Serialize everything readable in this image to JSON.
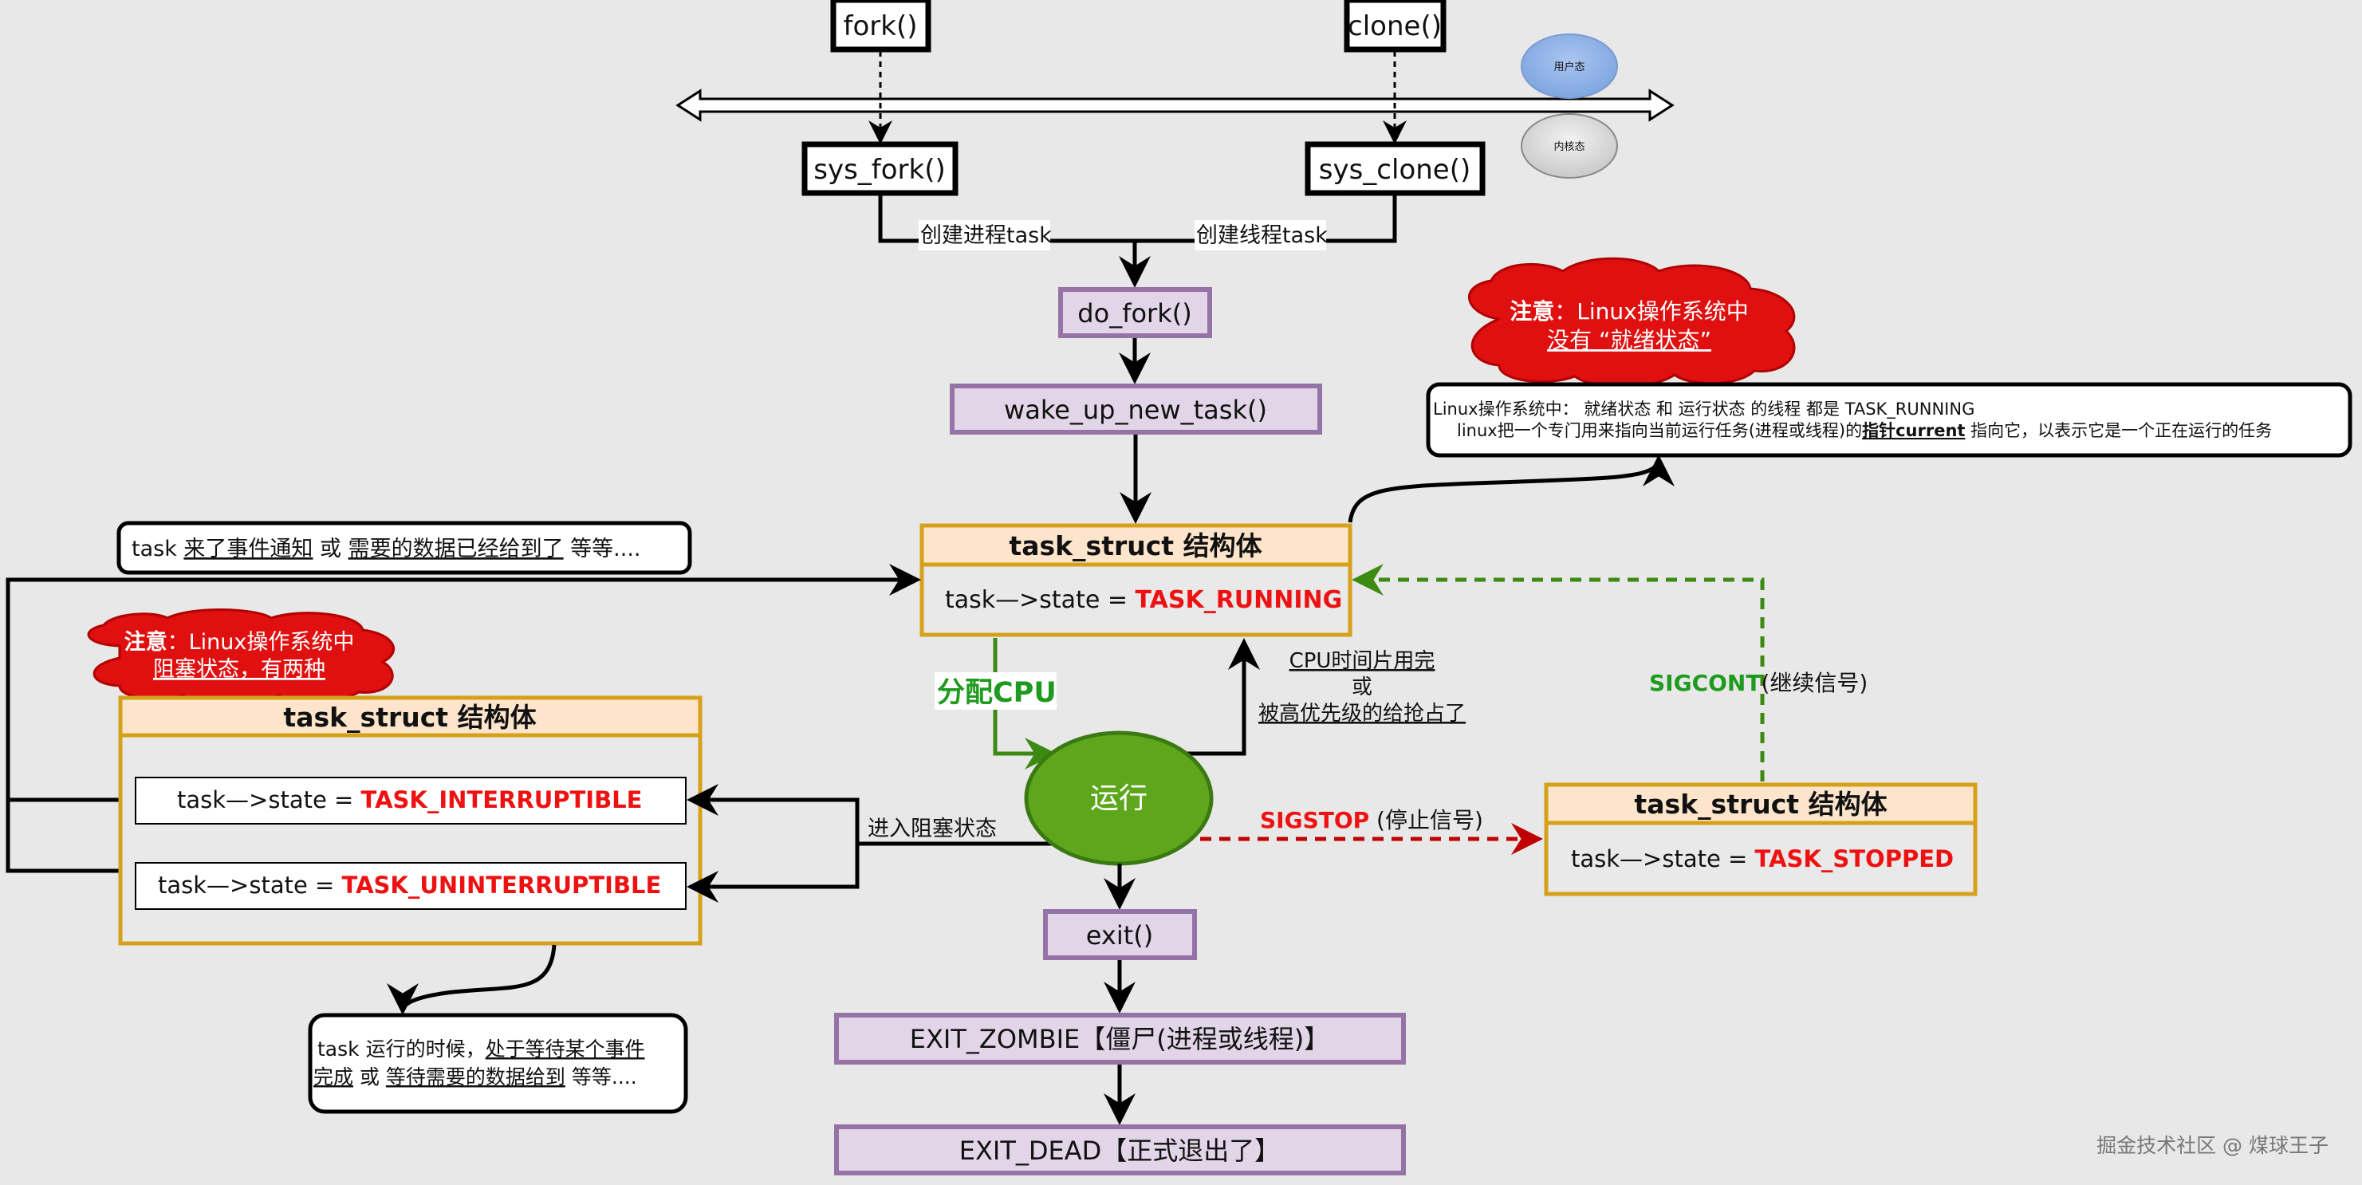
{
  "diagram": {
    "user_calls": {
      "fork": "fork()",
      "clone": "clone()"
    },
    "mode_legend": {
      "user_mode": "用户态",
      "kernel_mode": "内核态",
      "user_mode_color": "#7ea6e0",
      "kernel_mode_color": "#cfcfcf"
    },
    "syscalls": {
      "sys_fork": "sys_fork()",
      "sys_clone": "sys_clone()",
      "create_process_label": "创建进程task",
      "create_thread_label": "创建线程task"
    },
    "kernel_funcs": {
      "do_fork": "do_fork()",
      "wake_up_new_task": "wake_up_new_task()"
    },
    "running_struct": {
      "title": "task_struct 结构体",
      "state_prefix": "task—>state  = ",
      "state_value": "TASK_RUNNING"
    },
    "no_ready_cloud": {
      "line1_bold": "注意",
      "line1_rest": "：Linux操作系统中",
      "line2_prefix": "没有 ",
      "line2_underlined": "“就绪状态”"
    },
    "running_note": {
      "line1": "Linux操作系统中：  就绪状态 和  运行状态 的线程 都是  TASK_RUNNING",
      "line2_prefix": "linux把一个专门用来指向当前运行任务(进程或线程)的",
      "line2_bold": "指针current",
      "line2_suffix": " 指向它，以表示它是一个正在运行的任务"
    },
    "wakeup_note": {
      "prefix": "task ",
      "part1": "来了事件通知",
      "sep": "   或  ",
      "part2": "需要的数据已经给到了",
      "suffix": "   等等...."
    },
    "blocked_cloud": {
      "line1_bold": "注意",
      "line1_rest": "：Linux操作系统中",
      "line2_underlined": "阻塞状态，有两种"
    },
    "blocked_struct": {
      "title": "task_struct 结构体",
      "row1_prefix": "task—>state  = ",
      "row1_value": "TASK_INTERRUPTIBLE",
      "row2_prefix": "task—>state  = ",
      "row2_value": "TASK_UNINTERRUPTIBLE"
    },
    "edges": {
      "assign_cpu": "分配CPU",
      "preempt_line1": "CPU时间片用完",
      "preempt_line2": "或",
      "preempt_line3": "被高优先级的给抢占了",
      "enter_blocked": "进入阻塞状态",
      "sigstop_name": "SIGSTOP",
      "sigstop_desc": " (停止信号)",
      "sigcont_name": "SIGCONT",
      "sigcont_desc": "(继续信号)"
    },
    "running_node": {
      "label": "运行",
      "color": "#5ea71c"
    },
    "stopped_struct": {
      "title": "task_struct 结构体",
      "state_prefix": "task—>state  = ",
      "state_value": "TASK_STOPPED"
    },
    "exit_chain": {
      "exit": "exit()",
      "zombie": "EXIT_ZOMBIE【僵尸(进程或线程)】",
      "dead": "EXIT_DEAD【正式退出了】"
    },
    "blocked_note": {
      "line1_prefix": "task 运行的时候，",
      "line1_underlined": "处于等待某个事件",
      "line2_underlined_a": "完成",
      "line2_mid": " 或 ",
      "line2_underlined_b": "等待需要的数据给到",
      "line2_suffix": "   等等...."
    },
    "watermark": "掘金技术社区 @ 煤球王子",
    "colors": {
      "state_red": "#ee1111",
      "signal_green": "#1e9a1e",
      "struct_border": "#d6a11a",
      "struct_header": "#fde5cc",
      "func_fill": "#e1d5e7",
      "func_border": "#9673a6",
      "cloud_red": "#dd1100"
    }
  }
}
